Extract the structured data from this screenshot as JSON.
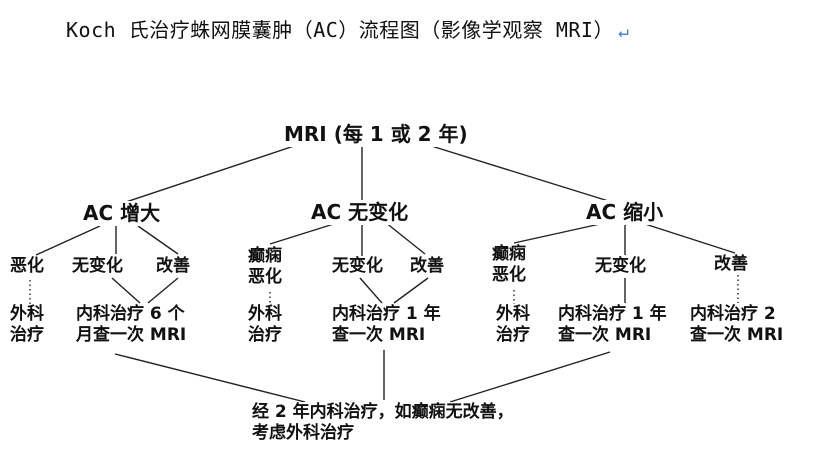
{
  "title": "Koch 氏治疗蛛网膜囊肿（AC）流程图（影像学观察 MRI）",
  "return_mark": "↵",
  "nodes": {
    "root": "MRI (每 1 或 2 年)",
    "ac_enlarge": "AC 增大",
    "ac_nochange": "AC 无变化",
    "ac_shrink": "AC 缩小",
    "l1_worse": "恶化",
    "l1_nochange": "无变化",
    "l1_improve": "改善",
    "l2_epilepsy_worse": "癫痫\n恶化",
    "l2_nochange": "无变化",
    "l2_improve": "改善",
    "l3_epilepsy_worse": "癫痫\n恶化",
    "l3_nochange": "无变化",
    "l3_improve": "改善",
    "t1_surgery": "外科\n治疗",
    "t1_medical": "内科治疗 6 个\n月查一次 MRI",
    "t2_surgery": "外科\n治疗",
    "t2_medical": "内科治疗 1 年\n查一次 MRI",
    "t3_surgery": "外科\n治疗",
    "t3_medical_1": "内科治疗 1 年\n查一次 MRI",
    "t3_medical_2": "内科治疗 2\n查一次 MRI",
    "final": "经 2 年内科治疗，如癫痫无改善，\n考虑外科治疗"
  }
}
